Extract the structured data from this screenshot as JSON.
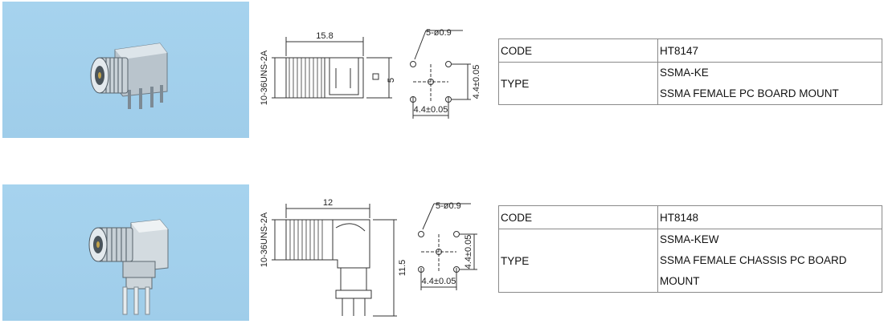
{
  "products": [
    {
      "code_label": "CODE",
      "code": "HT8147",
      "type_label": "TYPE",
      "type_lines": [
        "SSMA-KE",
        "SSMA FEMALE PC BOARD MOUNT"
      ],
      "drawing": {
        "thread": "10-36UNS-2A",
        "length": "15.8",
        "side": "5",
        "holes": "5-ø0.9",
        "pitch_v": "4.4±0.05",
        "pitch_h": "4.4±0.05"
      }
    },
    {
      "code_label": "CODE",
      "code": "HT8148",
      "type_label": "TYPE",
      "type_lines": [
        "SSMA-KEW",
        "SSMA FEMALE CHASSIS PC BOARD",
        "MOUNT"
      ],
      "drawing": {
        "thread": "10-36UNS-2A",
        "length": "12",
        "height": "11.5",
        "holes": "5-ø0.9",
        "pitch_v": "4.4±0.05",
        "pitch_h": "4.4±0.05"
      }
    }
  ]
}
